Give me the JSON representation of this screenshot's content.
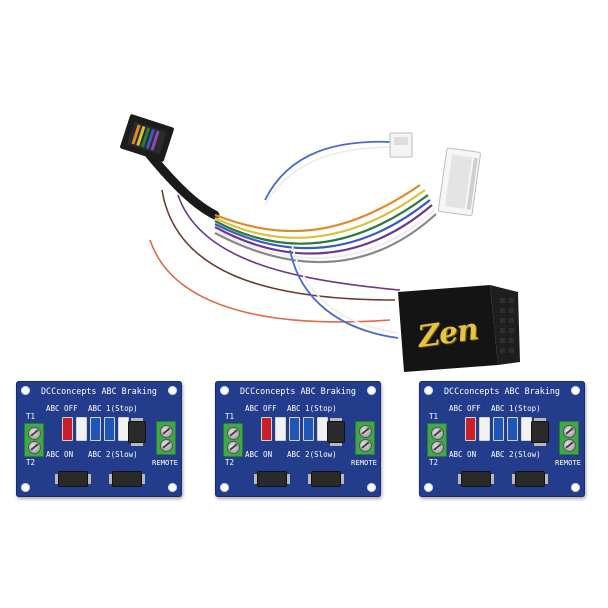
{
  "decoder": {
    "logo_text": "Zen",
    "logo_color": "#e7c43a",
    "body_color": "#141414"
  },
  "wires": {
    "colors": [
      "#e08a2a",
      "#d8c23a",
      "#2c7a3a",
      "#3a5ac8",
      "#6a3a8a",
      "#ffffff",
      "#6a3a2a",
      "#e06a4a",
      "#141414"
    ]
  },
  "boards": [
    {
      "title": "DCCconcepts ABC Braking",
      "t1": "T1",
      "t2": "T2",
      "abc_off": "ABC OFF",
      "abc_on": "ABC ON",
      "abc_stop": "ABC 1(Stop)",
      "abc_slow": "ABC 2(Slow)",
      "remote": "REMOTE"
    },
    {
      "title": "DCCconcepts ABC Braking",
      "t1": "T1",
      "t2": "T2",
      "abc_off": "ABC OFF",
      "abc_on": "ABC ON",
      "abc_stop": "ABC 1(Stop)",
      "abc_slow": "ABC 2(Slow)",
      "remote": "REMOTE"
    },
    {
      "title": "DCCconcepts ABC Braking",
      "t1": "T1",
      "t2": "T2",
      "abc_off": "ABC OFF",
      "abc_on": "ABC ON",
      "abc_stop": "ABC 1(Stop)",
      "abc_slow": "ABC 2(Slow)",
      "remote": "REMOTE"
    }
  ],
  "board_color": "#243c8c",
  "terminal_color": "#3fa848"
}
